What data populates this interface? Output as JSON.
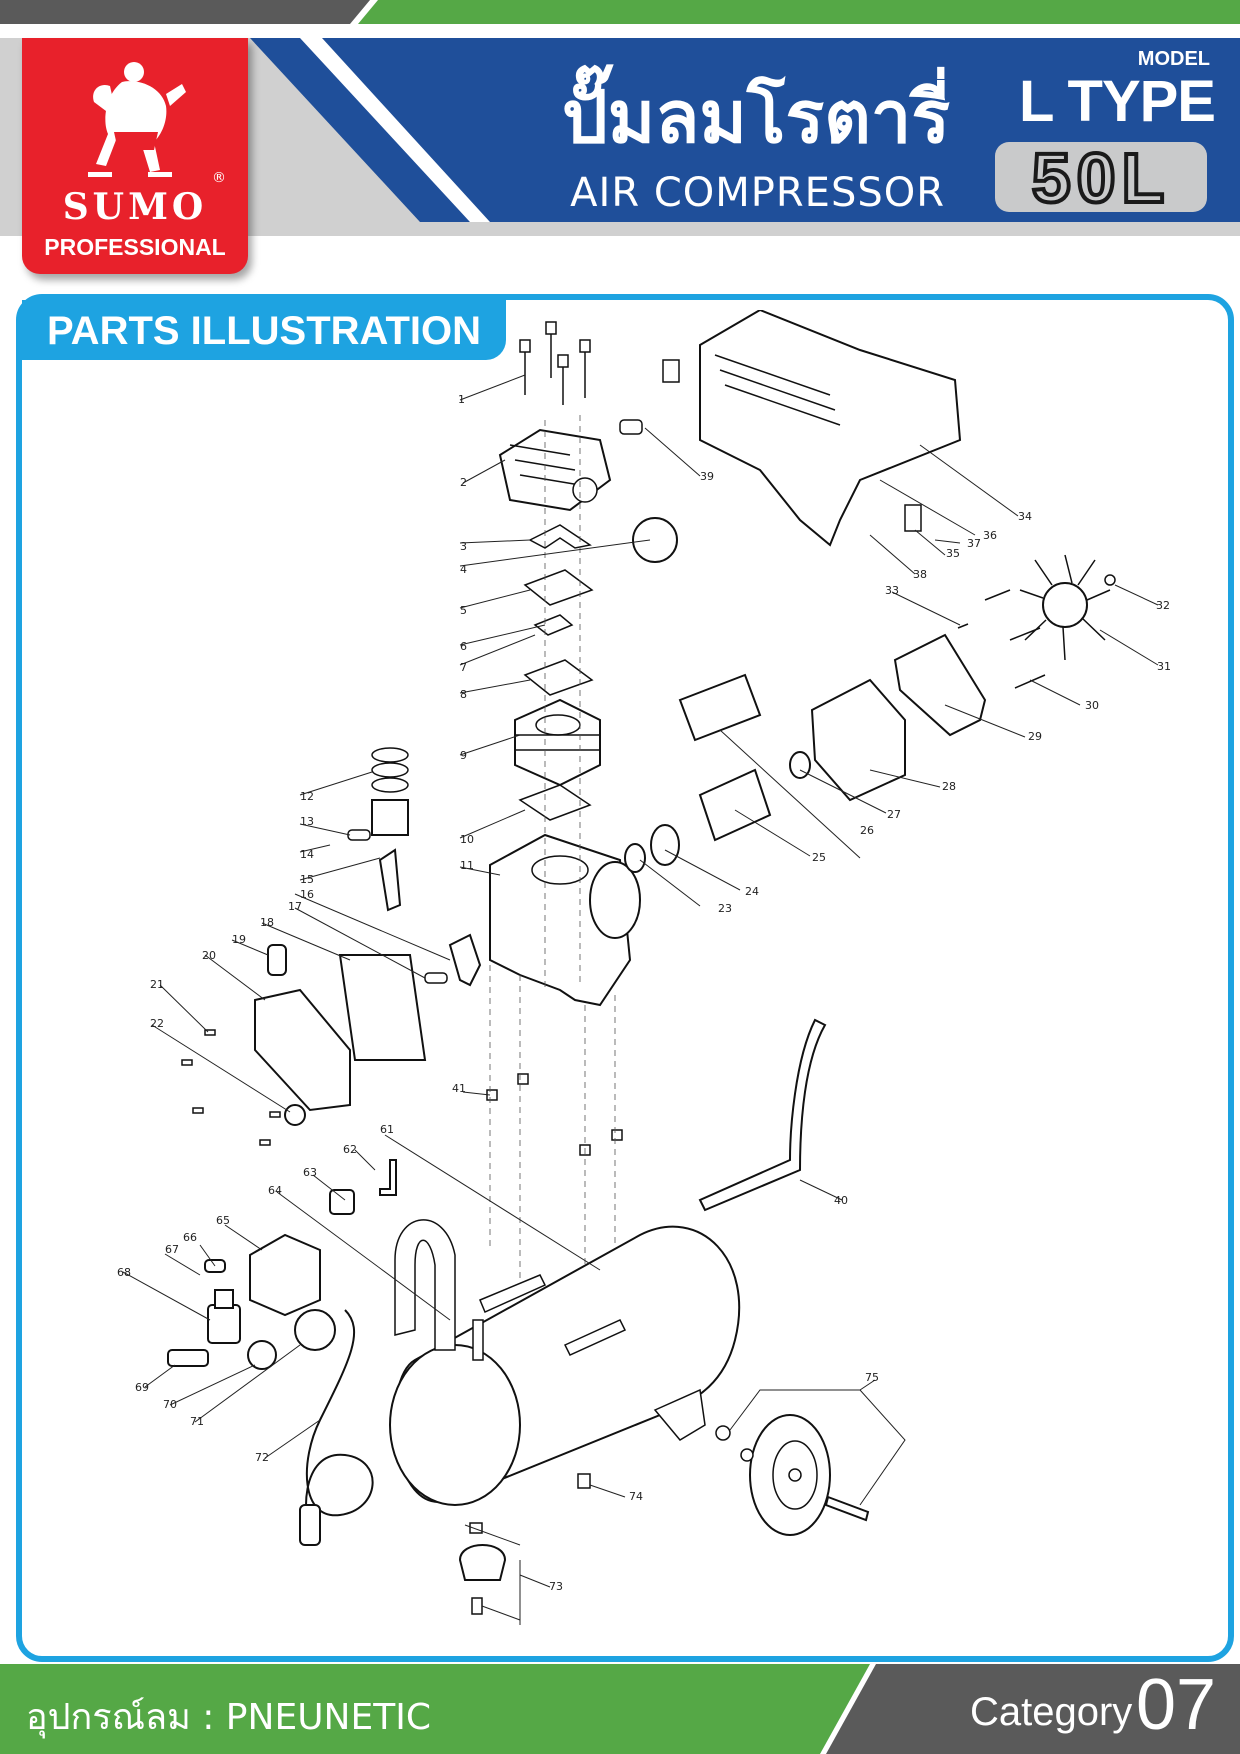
{
  "brand": {
    "name": "SUMO",
    "registered": "®",
    "subtitle": "PROFESSIONAL"
  },
  "header": {
    "title_th": "ปั๊มลมโรตารี่",
    "title_en": "AIR COMPRESSOR"
  },
  "model": {
    "label": "MODEL",
    "type": "L TYPE",
    "size": "50L"
  },
  "section": {
    "title": "PARTS ILLUSTRATION"
  },
  "parts": {
    "labels": [
      "1",
      "2",
      "3",
      "4",
      "5",
      "6",
      "7",
      "8",
      "9",
      "10",
      "11",
      "12",
      "13",
      "14",
      "15",
      "16",
      "17",
      "18",
      "19",
      "20",
      "21",
      "22",
      "23",
      "24",
      "25",
      "26",
      "27",
      "28",
      "29",
      "30",
      "31",
      "32",
      "33",
      "34",
      "35",
      "36",
      "37",
      "38",
      "39",
      "40",
      "41",
      "61",
      "62",
      "63",
      "64",
      "65",
      "66",
      "67",
      "68",
      "69",
      "70",
      "71",
      "72",
      "73",
      "74",
      "75"
    ]
  },
  "footer": {
    "category_th": "อุปกรณ์ลม : PNEUNETIC",
    "category_label": "Category",
    "category_number": "07"
  },
  "colors": {
    "red": "#e8212b",
    "blue": "#1f4f9a",
    "cyan": "#1ea3e1",
    "green": "#55a846",
    "gray": "#c9cacb",
    "dark": "#5a5a5a"
  }
}
